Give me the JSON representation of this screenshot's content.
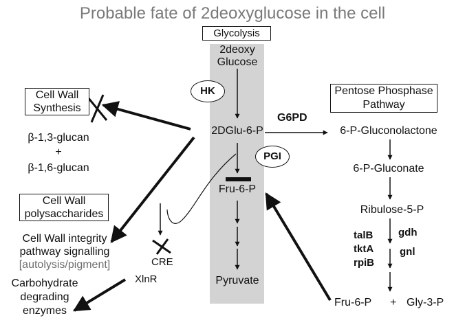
{
  "title": "Probable fate of 2deoxyglucose in the cell",
  "glycolysis": {
    "box_label": "Glycolysis",
    "nodes": [
      "2deoxy",
      "Glucose",
      "2DGlu-6-P",
      "Fru-6-P",
      "Pyruvate"
    ],
    "enzymes": {
      "hk": "HK",
      "pgi": "PGI"
    }
  },
  "cell_wall_synthesis": {
    "box_line1": "Cell Wall",
    "box_line2": "Synthesis",
    "glucan1": "β-1,3-glucan",
    "plus": "+",
    "glucan2": "β-1,6-glucan"
  },
  "cell_wall_polysaccharides": {
    "box_line1": "Cell Wall",
    "box_line2": "polysaccharides"
  },
  "signalling": {
    "line1": "Cell Wall integrity",
    "line2": "pathway signalling",
    "line3": "[autolysis/pigment]"
  },
  "regulators": {
    "cre": "CRE",
    "xlnr": "XlnR"
  },
  "carbohydrate": {
    "line1": "Carbohydrate",
    "line2": "degrading",
    "line3": "enzymes"
  },
  "ppp": {
    "box_line1": "Pentose Phosphase",
    "box_line2": "Pathway",
    "enzyme": "G6PD",
    "nodes": [
      "6-P-Gluconolactone",
      "6-P-Gluconate",
      "Ribulose-5-P"
    ],
    "genes_left": [
      "talB",
      "tktA",
      "rpiB"
    ],
    "genes_right": [
      "gdh",
      "gnl"
    ],
    "products": {
      "p1": "Fru-6-P",
      "plus": "+",
      "p2": "Gly-3-P"
    }
  },
  "colors": {
    "band": "#d3d3d3",
    "title": "#7a7a7a",
    "arrow": "#111111",
    "note": "#6e6e6e"
  }
}
